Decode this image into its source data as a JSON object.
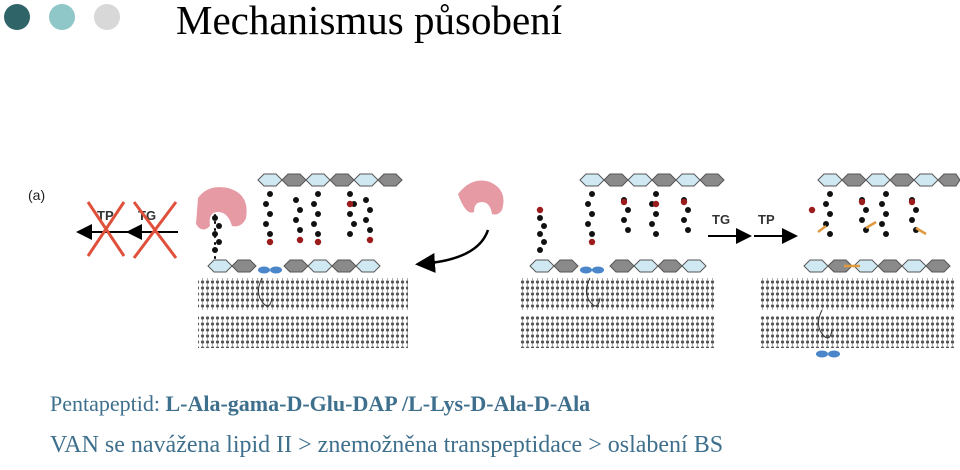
{
  "slide": {
    "title": "Mechanismus působení",
    "colors": {
      "dot1": "#2f6468",
      "dot2": "#8fc6c8",
      "dot3": "#d8d8d8",
      "text": "#3e6f8c"
    }
  },
  "figure": {
    "panel_label": "(a)",
    "crossed_labels": [
      "TP",
      "TG"
    ],
    "step_labels": [
      "TG",
      "TP"
    ]
  },
  "caption": {
    "line1_prefix": "Pentapeptid: ",
    "line1_bold": "L-Ala-gama-D-Glu-DAP /L-Lys-D-Ala-D-Ala",
    "line2": "VAN se navážena lipid II >  znemožněna transpeptidace > oslabení BS"
  }
}
